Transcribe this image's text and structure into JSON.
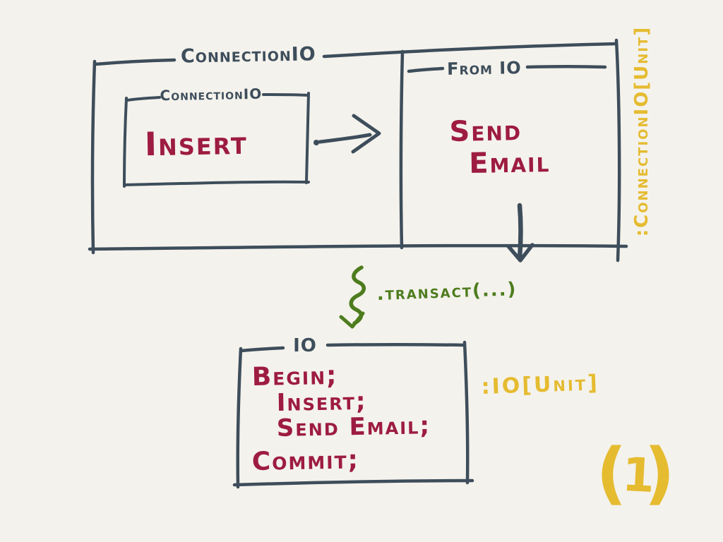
{
  "colors": {
    "background": "#f4f2ec",
    "ink": "#3d4d5b",
    "crimson": "#9d1c3f",
    "gold": "#e5bb30",
    "green": "#4d7c1e"
  },
  "diagram": {
    "outer_box": {
      "label": "ConnectionIO"
    },
    "insert_box": {
      "label": "ConnectionIO",
      "body": "Insert"
    },
    "from_io_box": {
      "label": "From IO",
      "body_line1": "Send",
      "body_line2": "Email"
    },
    "outer_type_annotation": ":ConnectionIO[Unit]",
    "transact_arrow_label": ".transact(...)",
    "io_box": {
      "label": "IO",
      "lines": [
        "Begin;",
        "Insert;",
        "Send Email;",
        "Commit;"
      ]
    },
    "io_type_annotation": ":IO[Unit]",
    "page_marker": {
      "open_paren": "(",
      "number": "1",
      "close_paren": ")"
    }
  }
}
